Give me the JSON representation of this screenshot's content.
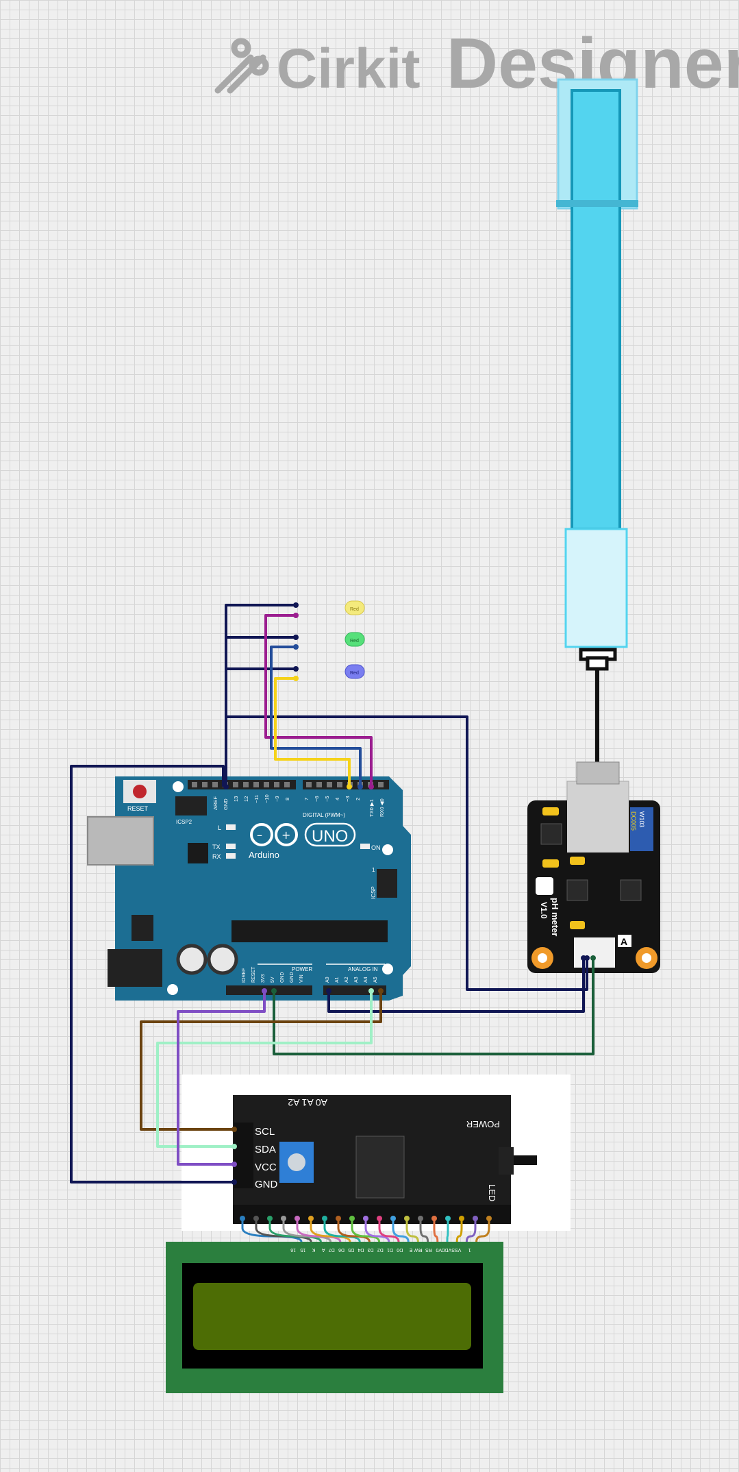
{
  "brand": {
    "word1": "Cirkit",
    "word2": "Designer"
  },
  "arduino": {
    "reset": "RESET",
    "icsp2": "ICSP2",
    "aref": "AREF",
    "gnd": "GND",
    "d13": "13",
    "d12": "12",
    "d11": "~11",
    "d10": "~10",
    "d9": "~9",
    "d8": "8",
    "d7": "7",
    "d6": "~6",
    "d5": "~5",
    "d4": "4",
    "d3": "~3",
    "d2": "2",
    "tx": "TX0 ▶1",
    "rx": "RX0 ◀0",
    "digital": "DIGITAL (PWM~)",
    "l": "L",
    "tx_led": "TX",
    "rx_led": "RX",
    "name": "Arduino",
    "uno": "UNO",
    "on": "ON",
    "icsp": "ICSP",
    "icsp_1": "1",
    "ioref": "IOREF",
    "reset_pin": "RESET",
    "p33": "3V3",
    "p5": "5V",
    "gnd1": "GND",
    "gnd2": "GND",
    "vin": "VIN",
    "power": "POWER",
    "analog": "ANALOG IN",
    "a0": "A0",
    "a1": "A1",
    "a2": "A2",
    "a3": "A3",
    "a4": "A4",
    "a5": "A5"
  },
  "leds": {
    "yellow": "Red",
    "green": "Red",
    "blue": "Red"
  },
  "ph": {
    "name": "pH meter",
    "version": "V1.0",
    "pot1": "W103",
    "pot2": "DC005",
    "pin": "A"
  },
  "i2c": {
    "scl": "SCL",
    "sda": "SDA",
    "vcc": "VCC",
    "gnd": "GND",
    "addr": "A0 A1 A2",
    "power": "POWER",
    "led": "LED"
  },
  "lcd": {
    "pins": [
      "16",
      "15",
      "K",
      "A",
      "D7",
      "D6",
      "D5",
      "D4",
      "D3",
      "D2",
      "D1",
      "D0",
      "E",
      "RW",
      "RS",
      "V0",
      "VDD",
      "VSS",
      "1"
    ]
  },
  "colors": {
    "board": "#1c6e93",
    "lcd_green": "#2b7f3e",
    "lcd_screen": "#4d6d05",
    "probe": "#4fd6f0",
    "wire_navy": "#101654",
    "wire_purple": "#9b1d8f",
    "wire_blue": "#234d9a",
    "wire_yellow": "#f5d21a",
    "wire_brown": "#6b4310",
    "wire_mint": "#9ff0c6",
    "wire_violet": "#7f4ec4",
    "wire_green": "#1a5f3a"
  }
}
